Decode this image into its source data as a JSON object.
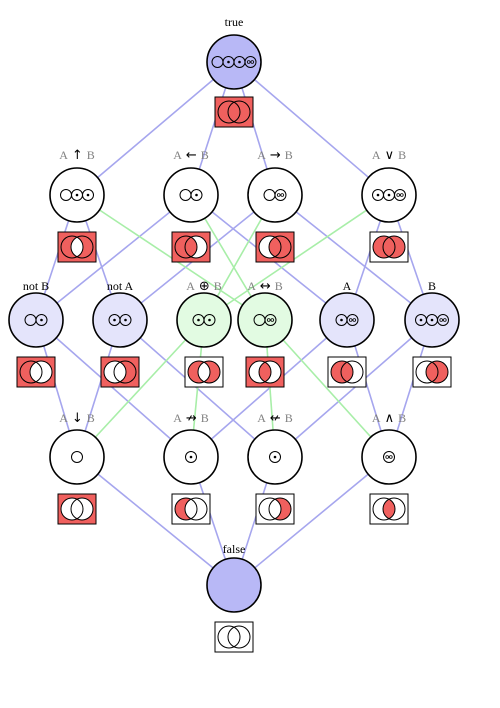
{
  "diagram": {
    "colors": {
      "edge_implication": "#a6a6ee",
      "edge_xor": "#a8eea8",
      "node_outline": "#000000",
      "node_fill_white": "#ffffff",
      "node_fill_blue": "#e4e4fb",
      "node_fill_green": "#e2fbe2",
      "node_fill_top_bottom": "#b8b8f6",
      "venn_red": "#f0605e",
      "venn_box_border": "#000000"
    },
    "nodes": [
      {
        "id": "true",
        "label": "true",
        "op": "",
        "fill": "top_bottom"
      },
      {
        "id": "nand",
        "label": "A",
        "op": "↑",
        "label_b": "B",
        "fill": "white"
      },
      {
        "id": "conv",
        "label": "A",
        "op": "←",
        "label_b": "B",
        "fill": "white"
      },
      {
        "id": "impl",
        "label": "A",
        "op": "→",
        "label_b": "B",
        "fill": "white"
      },
      {
        "id": "or",
        "label": "A",
        "op": "∨",
        "label_b": "B",
        "fill": "white"
      },
      {
        "id": "notb",
        "label": "not B",
        "op": "",
        "fill": "blue"
      },
      {
        "id": "nota",
        "label": "not A",
        "op": "",
        "fill": "blue"
      },
      {
        "id": "xor",
        "label": "A",
        "op": "⊕",
        "label_b": "B",
        "fill": "green"
      },
      {
        "id": "iff",
        "label": "A",
        "op": "↔",
        "label_b": "B",
        "fill": "green"
      },
      {
        "id": "a",
        "label": "A",
        "op": "",
        "fill": "blue"
      },
      {
        "id": "b",
        "label": "B",
        "op": "",
        "fill": "blue"
      },
      {
        "id": "nor",
        "label": "A",
        "op": "↓",
        "label_b": "B",
        "fill": "white"
      },
      {
        "id": "nimpl",
        "label": "A",
        "op": "↛",
        "label_b": "B",
        "fill": "white"
      },
      {
        "id": "nconv",
        "label": "A",
        "op": "↚",
        "label_b": "B",
        "fill": "white"
      },
      {
        "id": "and",
        "label": "A",
        "op": "∧",
        "label_b": "B",
        "fill": "white"
      },
      {
        "id": "false",
        "label": "false",
        "op": "",
        "fill": "top_bottom"
      }
    ],
    "edges_implication": [
      [
        "true",
        "nand"
      ],
      [
        "true",
        "conv"
      ],
      [
        "true",
        "impl"
      ],
      [
        "true",
        "or"
      ],
      [
        "nand",
        "notb"
      ],
      [
        "nand",
        "nota"
      ],
      [
        "conv",
        "notb"
      ],
      [
        "conv",
        "a"
      ],
      [
        "impl",
        "nota"
      ],
      [
        "impl",
        "b"
      ],
      [
        "or",
        "a"
      ],
      [
        "or",
        "b"
      ],
      [
        "notb",
        "nor"
      ],
      [
        "notb",
        "nimpl"
      ],
      [
        "nota",
        "nor"
      ],
      [
        "nota",
        "nconv"
      ],
      [
        "a",
        "nimpl"
      ],
      [
        "a",
        "and"
      ],
      [
        "b",
        "nconv"
      ],
      [
        "b",
        "and"
      ],
      [
        "nor",
        "false"
      ],
      [
        "nimpl",
        "false"
      ],
      [
        "nconv",
        "false"
      ],
      [
        "and",
        "false"
      ]
    ],
    "edges_xor": [
      [
        "nand",
        "iff"
      ],
      [
        "conv",
        "iff"
      ],
      [
        "impl",
        "xor"
      ],
      [
        "or",
        "xor"
      ],
      [
        "xor",
        "nor"
      ],
      [
        "xor",
        "nimpl"
      ],
      [
        "iff",
        "nconv"
      ],
      [
        "iff",
        "and"
      ]
    ]
  }
}
